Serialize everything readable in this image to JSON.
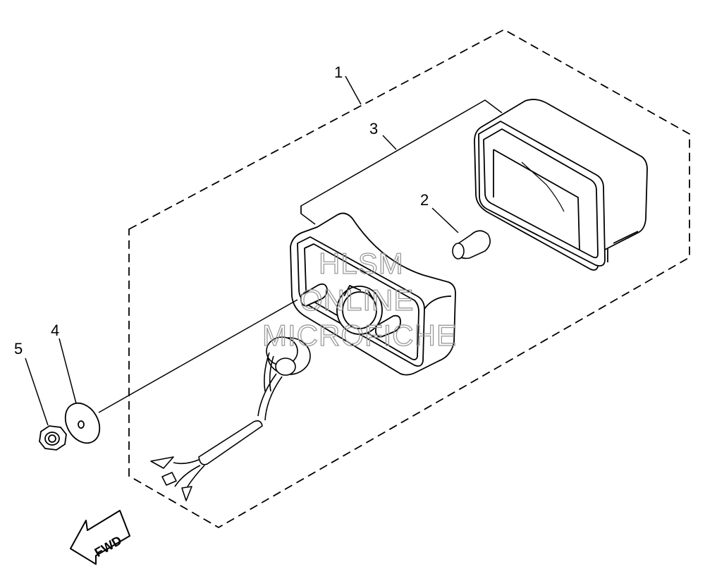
{
  "callouts": [
    {
      "id": "1",
      "label": "1"
    },
    {
      "id": "2",
      "label": "2"
    },
    {
      "id": "3",
      "label": "3"
    },
    {
      "id": "4",
      "label": "4"
    },
    {
      "id": "5",
      "label": "5"
    }
  ],
  "watermark": {
    "line1": "HLSM",
    "line2": "ONLINE",
    "line3": "MICROFICHE"
  },
  "direction_arrow": {
    "label": "FWD"
  }
}
